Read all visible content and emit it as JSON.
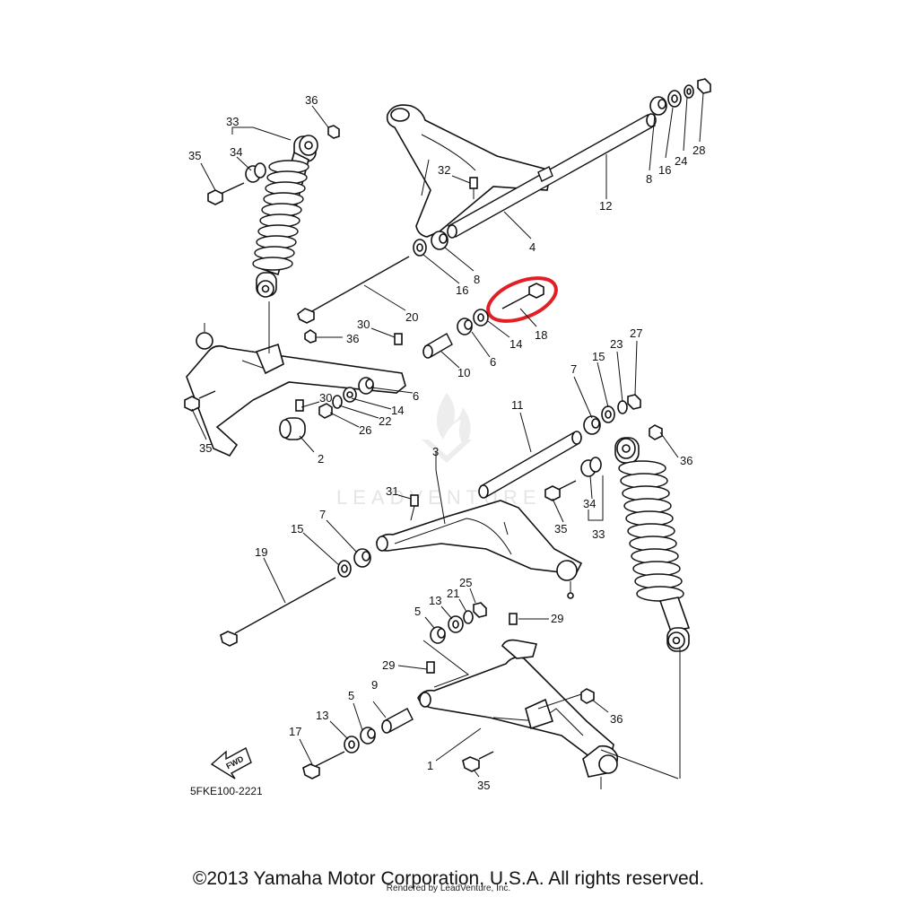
{
  "diagram": {
    "code": "5FKE100-2221",
    "fwd_label": "FWD",
    "watermark": "LEADVENTURE",
    "highlight_color": "#e31e24",
    "highlighted_part": "18",
    "callouts": {
      "c1": "1",
      "c2": "2",
      "c3": "3",
      "c4": "4",
      "c5a": "5",
      "c5b": "5",
      "c6a": "6",
      "c6b": "6",
      "c7a": "7",
      "c7b": "7",
      "c8a": "8",
      "c8b": "8",
      "c9": "9",
      "c10": "10",
      "c11": "11",
      "c12": "12",
      "c13a": "13",
      "c13b": "13",
      "c14a": "14",
      "c14b": "14",
      "c15a": "15",
      "c15b": "15",
      "c16a": "16",
      "c16b": "16",
      "c17": "17",
      "c18": "18",
      "c19": "19",
      "c20": "20",
      "c21": "21",
      "c22": "22",
      "c23": "23",
      "c24": "24",
      "c25": "25",
      "c26": "26",
      "c27": "27",
      "c28": "28",
      "c29a": "29",
      "c29b": "29",
      "c30a": "30",
      "c30b": "30",
      "c31": "31",
      "c32": "32",
      "c33a": "33",
      "c33b": "33",
      "c34a": "34",
      "c34b": "34",
      "c35a": "35",
      "c35b": "35",
      "c35c": "35",
      "c35d": "35",
      "c36a": "36",
      "c36b": "36",
      "c36c": "36",
      "c36d": "36"
    }
  },
  "footer": {
    "copyright": "©2013 Yamaha Motor Corporation, U.S.A. All rights reserved.",
    "rendered_by": "Rendered by LeadVenture, Inc."
  }
}
